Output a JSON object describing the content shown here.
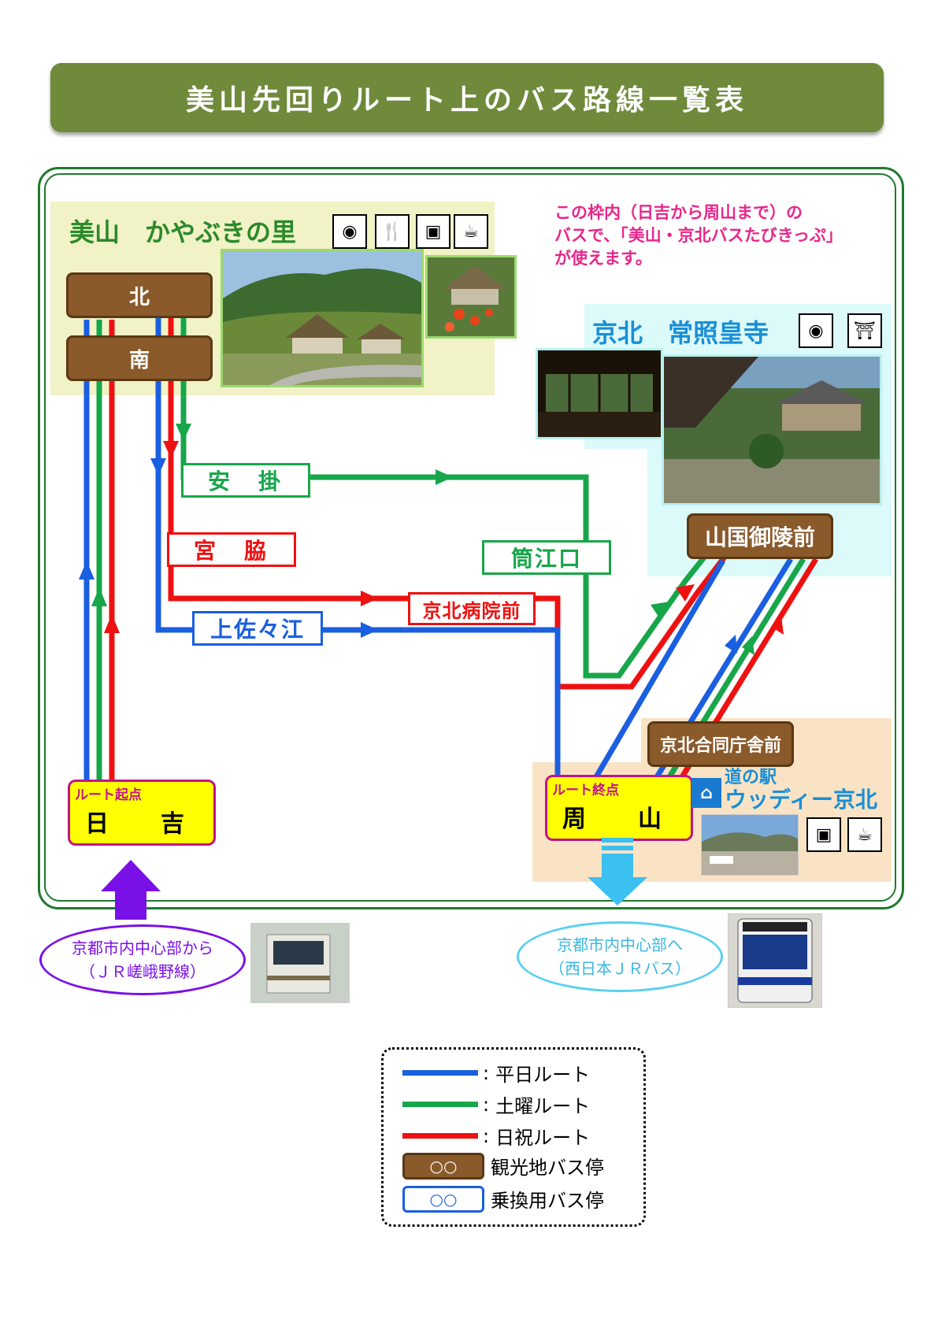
{
  "title": "美山先回りルート上のバス路線一覧表",
  "note": {
    "line1": "この枠内（日吉から周山まで）の",
    "line2": "バスで、「美山・京北バスたびきっぷ」",
    "line3": "が使えます。"
  },
  "miyama": {
    "heading": "美山　かやぶきの里",
    "stop_north": "北",
    "stop_south": "南",
    "icons": [
      "camera-icon",
      "restaurant-icon",
      "shopping-icon",
      "cafe-icon"
    ]
  },
  "jouzou": {
    "heading": "京北　常照皇寺",
    "icons": [
      "camera-icon",
      "temple-icon"
    ]
  },
  "stops": {
    "agake": "安　掛",
    "miyawaki": "宮　脇",
    "kamisasae": "上佐々江",
    "tsutsueguchi": "筒江口",
    "keihoku_hospital": "京北病院前",
    "yamaguni_goryo": "山国御陵前",
    "keihoku_godo": "京北合同庁舎前"
  },
  "start": {
    "sub": "ルート起点",
    "name": "日　吉"
  },
  "end": {
    "sub": "ルート終点",
    "name": "周　山"
  },
  "michi_no_eki": {
    "line1": "道の駅",
    "line2": "ウッディー京北",
    "icons": [
      "shopping-icon",
      "cafe-icon"
    ]
  },
  "from_kyoto": {
    "line1": "京都市内中心部から",
    "line2": "（ＪＲ嵯峨野線）"
  },
  "to_kyoto": {
    "line1": "京都市内中心部へ",
    "line2": "（西日本ＪＲバス）"
  },
  "legend": {
    "weekday": "平日ルート",
    "saturday": "土曜ルート",
    "holiday": "日祝ルート",
    "tourist_stop_sample": "○○",
    "tourist_stop": "観光地バス停",
    "transfer_stop_sample": "○○",
    "transfer_stop": "乗換用バス停",
    "colon": ":"
  },
  "colors": {
    "weekday": "#1a5fe0",
    "saturday": "#17a64a",
    "holiday": "#ee1111",
    "title_bg": "#6f8a3a",
    "tourist_stop": "#8a5a2b",
    "terminal": "#ffff00"
  }
}
